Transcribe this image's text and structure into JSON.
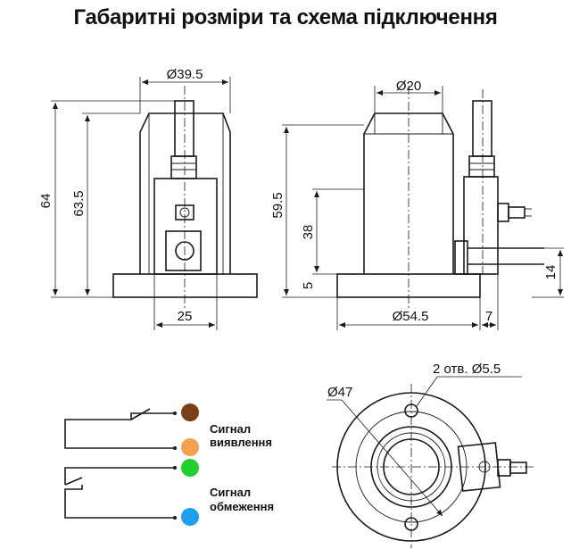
{
  "title": "Габаритні розміри та схема підключення",
  "front_view": {
    "dim_top": "Ø39.5",
    "dim_height_total": "64",
    "dim_height_body": "63.5",
    "dim_bottom": "25"
  },
  "side_view": {
    "dim_top": "Ø20",
    "dim_height": "59.5",
    "dim_mid": "38",
    "dim_base": "5",
    "dim_bottom": "Ø54.5",
    "dim_right": "7",
    "dim_side": "14"
  },
  "top_view": {
    "dim_diameter": "Ø47",
    "dim_holes": "2 отв. Ø5.5"
  },
  "wiring": {
    "signal_detect_line1": "Сигнал",
    "signal_detect_line2": "виявлення",
    "signal_limit_line1": "Сигнал",
    "signal_limit_line2": "обмеження",
    "colors": {
      "brown": "#7b3f16",
      "orange": "#f6a04d",
      "green": "#1fd12a",
      "blue": "#1f9ff0"
    }
  }
}
